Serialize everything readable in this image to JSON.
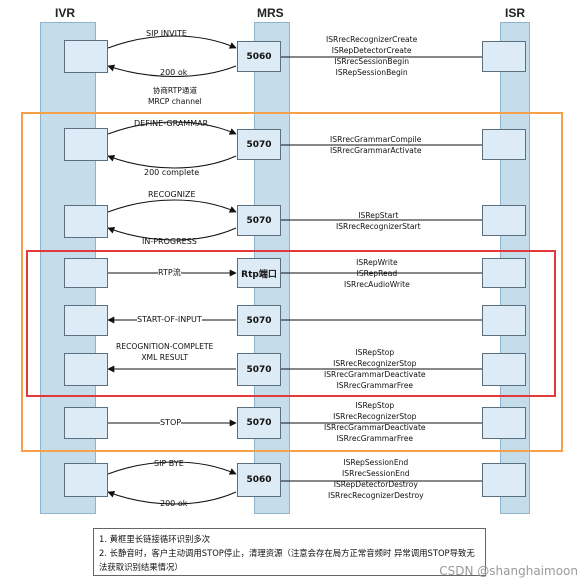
{
  "lanes": {
    "ivr": "IVR",
    "mrs": "MRS",
    "isr": "ISR"
  },
  "steps": {
    "sip_invite": {
      "request": "SIP INVITE",
      "response": "200 ok",
      "port": "5060",
      "isr_calls": [
        "ISRrecRecognizerCreate",
        "ISRepDetectorCreate",
        "ISRrecSessionBegin",
        "ISRepSessionBegin"
      ]
    },
    "rtp_note": [
      "协商RTP通道",
      "MRCP channel"
    ],
    "define_grammar": {
      "request": "DEFINE-GRAMMAR",
      "response": "200 complete",
      "port": "5070",
      "isr_calls": [
        "ISRrecGrammarCompile",
        "ISRrecGrammarActivate"
      ]
    },
    "recognize": {
      "request": "RECOGNIZE",
      "response": "IN-PROGRESS",
      "port": "5070",
      "isr_calls": [
        "ISRepStart",
        "ISRrecRecognizerStart"
      ]
    },
    "rtp_stream": {
      "label": "RTP流",
      "port": "Rtp端口",
      "isr_calls": [
        "ISRepWrite",
        "ISRepRead",
        "ISRrecAudioWrite"
      ]
    },
    "start_of_input": {
      "label": "START-OF-INPUT",
      "port": "5070"
    },
    "recognition_complete": {
      "label": [
        "RECOGNITION-COMPLETE",
        "XML RESULT"
      ],
      "port": "5070",
      "isr_calls": [
        "ISRepStop",
        "ISRrecRecognizerStop",
        "ISRrecGrammarDeactivate",
        "ISRrecGrammarFree"
      ]
    },
    "stop": {
      "label": "STOP",
      "port": "5070",
      "isr_calls": [
        "ISRepStop",
        "ISRrecRecognizerStop",
        "ISRrecGrammarDeactivate",
        "ISRrecGrammarFree"
      ]
    },
    "sip_bye": {
      "request": "SIP BYE",
      "response": "200 ok",
      "port": "5060",
      "isr_calls": [
        "ISRepSessionEnd",
        "ISRrecSessionEnd",
        "ISRepDetectorDestroy",
        "ISRrecRecognizerDestroy"
      ]
    }
  },
  "notes": [
    "1. 黄框里长链接循环识别多次",
    "2. 长静音时，客户主动调用STOP停止，清理资源（注意会存在局方正常音频时 异常调用STOP导致无法获取识别结果情况）"
  ],
  "watermark": "CSDN @shanghaimoon",
  "colors": {
    "lane": "#c5dceb",
    "box": "#dcebf5",
    "orange_frame": "#f5a04a",
    "red_frame": "#e23a3a"
  }
}
